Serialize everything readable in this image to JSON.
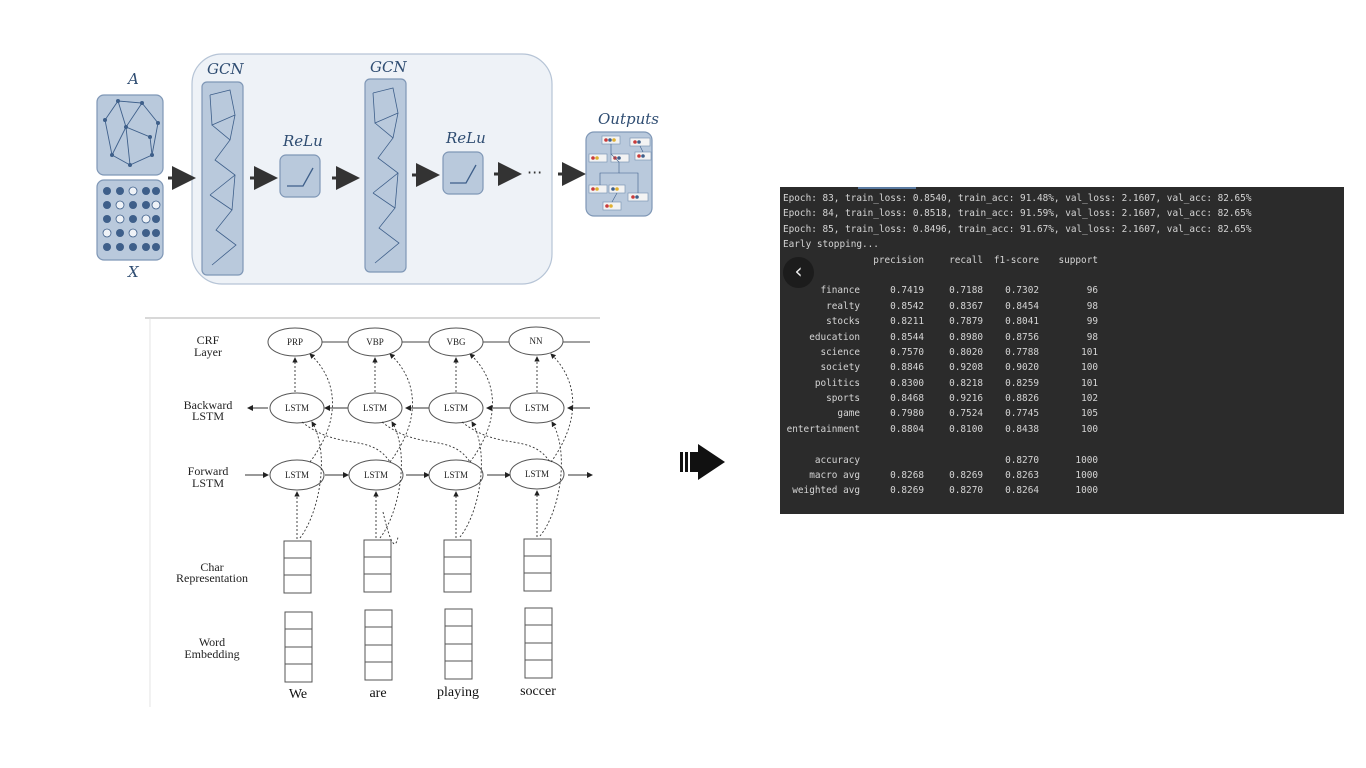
{
  "gcn_diagram": {
    "input_a_label": "A",
    "input_x_label": "X",
    "layer1_label": "GCN",
    "relu1_label": "ReLu",
    "layer2_label": "GCN",
    "relu2_label": "ReLu",
    "ellipsis": "···",
    "outputs_label": "Outputs"
  },
  "lstm_diagram": {
    "row_labels": {
      "crf": [
        "CRF",
        "Layer"
      ],
      "backward": [
        "Backward",
        "LSTM"
      ],
      "forward": [
        "Forward",
        "LSTM"
      ],
      "char": [
        "Char",
        "Representation"
      ],
      "word": [
        "Word",
        "Embedding"
      ]
    },
    "tags": [
      "PRP",
      "VBP",
      "VBG",
      "NN"
    ],
    "cell_label": "LSTM",
    "words": [
      "We",
      "are",
      "playing",
      "soccer"
    ]
  },
  "terminal": {
    "log_lines": [
      "Epoch: 83, train_loss: 0.8540, train_acc: 91.48%, val_loss: 2.1607, val_acc: 82.65%",
      "Epoch: 84, train_loss: 0.8518, train_acc: 91.59%, val_loss: 2.1607, val_acc: 82.65%",
      "Epoch: 85, train_loss: 0.8496, train_acc: 91.67%, val_loss: 2.1607, val_acc: 82.65%",
      "Early stopping..."
    ],
    "report_header": [
      "",
      "precision",
      "recall",
      "f1-score",
      "support"
    ],
    "report_rows": [
      [
        "finance",
        "0.7419",
        "0.7188",
        "0.7302",
        "96"
      ],
      [
        "realty",
        "0.8542",
        "0.8367",
        "0.8454",
        "98"
      ],
      [
        "stocks",
        "0.8211",
        "0.7879",
        "0.8041",
        "99"
      ],
      [
        "education",
        "0.8544",
        "0.8980",
        "0.8756",
        "98"
      ],
      [
        "science",
        "0.7570",
        "0.8020",
        "0.7788",
        "101"
      ],
      [
        "society",
        "0.8846",
        "0.9208",
        "0.9020",
        "100"
      ],
      [
        "politics",
        "0.8300",
        "0.8218",
        "0.8259",
        "101"
      ],
      [
        "sports",
        "0.8468",
        "0.9216",
        "0.8826",
        "102"
      ],
      [
        "game",
        "0.7980",
        "0.7524",
        "0.7745",
        "105"
      ],
      [
        "entertainment",
        "0.8804",
        "0.8100",
        "0.8438",
        "100"
      ]
    ],
    "summary_rows": [
      [
        "accuracy",
        "",
        "",
        "0.8270",
        "1000"
      ],
      [
        "macro avg",
        "0.8268",
        "0.8269",
        "0.8263",
        "1000"
      ],
      [
        "weighted avg",
        "0.8269",
        "0.8270",
        "0.8264",
        "1000"
      ]
    ],
    "back_icon": "chevron-left-icon",
    "back_glyph": "‹"
  }
}
